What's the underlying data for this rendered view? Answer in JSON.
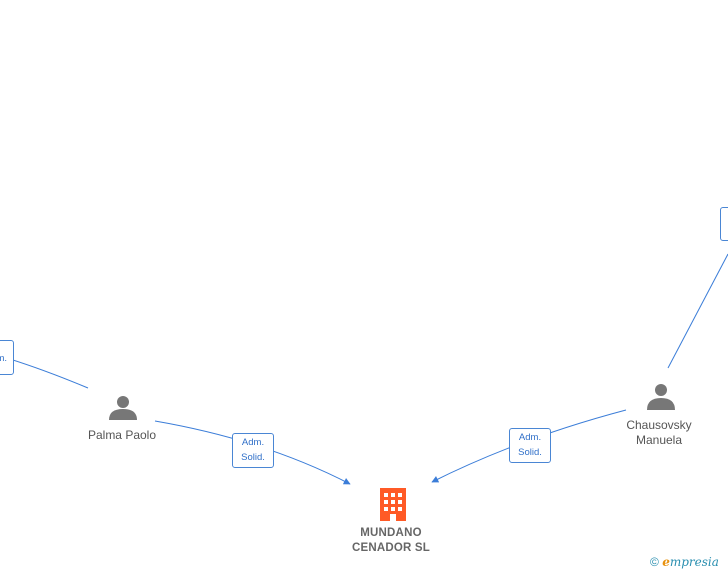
{
  "people": [
    {
      "id": "palma",
      "name": "Palma Paolo"
    },
    {
      "id": "chausovsky",
      "name": "Chausovsky\nManuela"
    }
  ],
  "company": {
    "name": "MUNDANO\nCENADOR  SL"
  },
  "edges": [
    {
      "id": "palma-company",
      "label": "Adm.\nSolid."
    },
    {
      "id": "chausovsky-company",
      "label": "Adm.\nSolid."
    },
    {
      "id": "left-offscreen",
      "label": "m."
    },
    {
      "id": "right-offscreen",
      "label": ""
    }
  ],
  "watermark": {
    "symbol": "©",
    "brand_initial": "e",
    "brand_rest": "mpresia"
  },
  "colors": {
    "edge": "#3b7dd8",
    "person": "#777777",
    "company": "#ff5a26"
  }
}
